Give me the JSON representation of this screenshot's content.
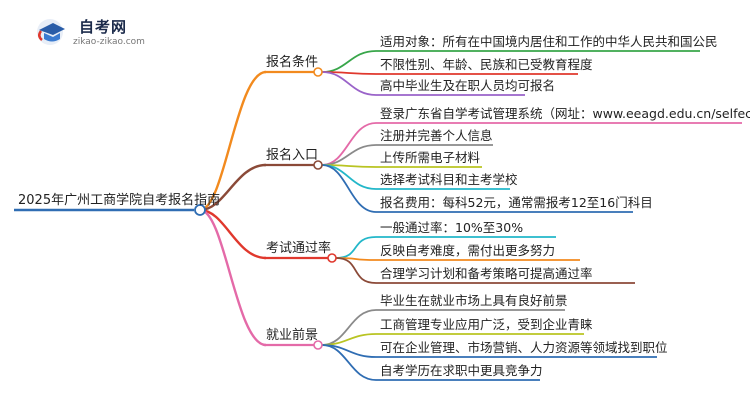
{
  "logo": {
    "title": "自考网",
    "url": "zikao-zikao.com"
  },
  "root": {
    "label": "2025年广州工商学院自考报名指南"
  },
  "branches": [
    {
      "label": "报名条件",
      "color": "#f28a1e",
      "leaves": [
        {
          "label": "适用对象：所有在中国境内居住和工作的中华人民共和国公民",
          "color": "#38a64a"
        },
        {
          "label": "不限性别、年龄、民族和已受教育程度",
          "color": "#e0382d"
        },
        {
          "label": "高中毕业生及在职人员均可报名",
          "color": "#9a63c9"
        }
      ]
    },
    {
      "label": "报名入口",
      "color": "#8b4a38",
      "leaves": [
        {
          "label": "登录广东省自学考试管理系统（网址：www.eeagd.edu.cn/selfec/）",
          "color": "#e46aa8"
        },
        {
          "label": "注册并完善个人信息",
          "color": "#8a8a8a"
        },
        {
          "label": "上传所需电子材料",
          "color": "#b9c423"
        },
        {
          "label": "选择考试科目和主考学校",
          "color": "#23b7c9"
        },
        {
          "label": "报名费用：每科52元，通常需报考12至16门科目",
          "color": "#2f6db3"
        }
      ]
    },
    {
      "label": "考试通过率",
      "color": "#e0382d",
      "leaves": [
        {
          "label": "一般通过率：10%至30%",
          "color": "#23b7c9"
        },
        {
          "label": "反映自考难度，需付出更多努力",
          "color": "#f28a1e"
        },
        {
          "label": "合理学习计划和备考策略可提高通过率",
          "color": "#8b4a38"
        }
      ]
    },
    {
      "label": "就业前景",
      "color": "#e46aa8",
      "leaves": [
        {
          "label": "毕业生在就业市场上具有良好前景",
          "color": "#8a8a8a"
        },
        {
          "label": "工商管理专业应用广泛，受到企业青睐",
          "color": "#b9c423"
        },
        {
          "label": "可在企业管理、市场营销、人力资源等领域找到职位",
          "color": "#2f6db3"
        },
        {
          "label": "自考学历在求职中更具竞争力",
          "color": "#2f6db3"
        }
      ]
    }
  ]
}
